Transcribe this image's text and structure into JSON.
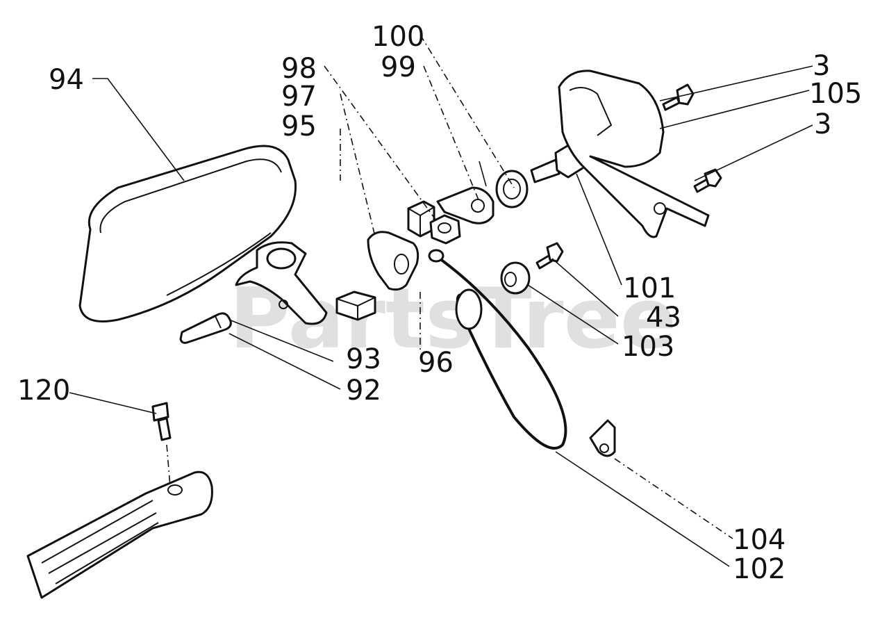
{
  "watermark": "PartsTree",
  "parts": {
    "p94": "94",
    "p98": "98",
    "p97": "97",
    "p95": "95",
    "p100": "100",
    "p99": "99",
    "p3a": "3",
    "p105": "105",
    "p3b": "3",
    "p101": "101",
    "p43": "43",
    "p103": "103",
    "p93": "93",
    "p96": "96",
    "p92": "92",
    "p120": "120",
    "p104": "104",
    "p102": "102"
  }
}
